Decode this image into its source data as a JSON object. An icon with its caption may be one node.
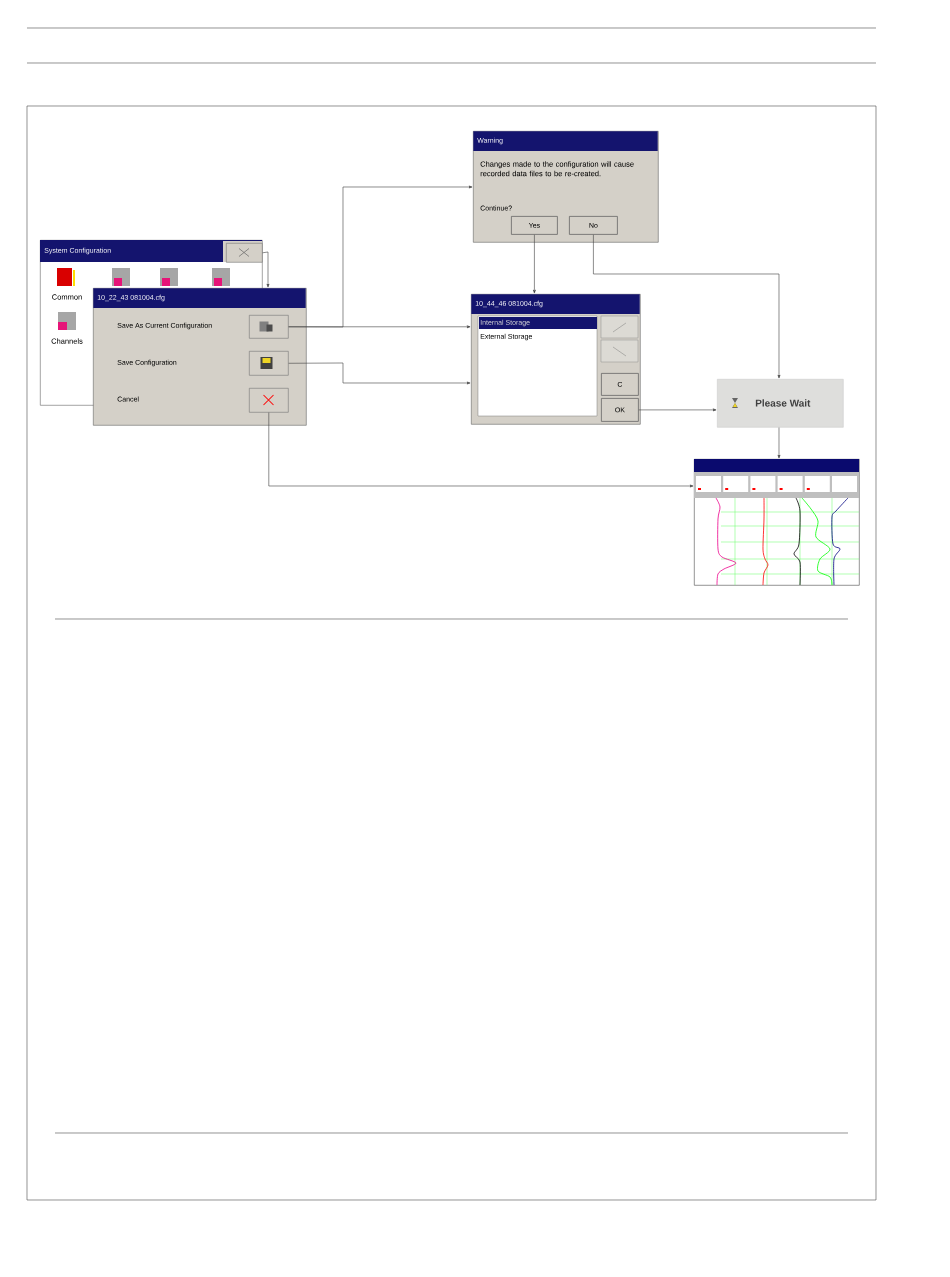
{
  "diagram": {
    "nodes": [
      {
        "text": [
          "System Configuration",
          "Common",
          "Channels"
        ]
      },
      {
        "text": [],
        "shape": "box",
        "in": 0
      },
      {
        "text": [
          "10_22_43 081004.cfg",
          "Save As Current Configuration",
          "Save Configuration",
          "Cancel"
        ]
      },
      {
        "text": [],
        "shape": "box",
        "in": 2
      },
      {
        "text": [],
        "shape": "box",
        "in": 2
      },
      {
        "text": [],
        "shape": "box",
        "in": 2
      },
      {
        "text": [
          "Warning",
          "Changes made to the configuration will cause recorded data files to be re-created.",
          "Continue?"
        ]
      },
      {
        "text": [
          "Yes"
        ],
        "in": 6
      },
      {
        "text": [
          "No"
        ],
        "in": 6
      },
      {
        "text": [
          "10_44_46 081004.cfg",
          "Internal Storage",
          "External Storage"
        ]
      },
      {
        "text": [
          "C"
        ],
        "in": 9
      },
      {
        "text": [
          "OK"
        ],
        "in": 9
      },
      {
        "text": [
          "Please Wait"
        ]
      },
      {
        "text": [],
        "shape": "picture"
      }
    ],
    "edges": [
      {
        "from": 1,
        "to": 2,
        "arrow": "to"
      },
      {
        "from": 3,
        "to": 6,
        "arrow": "to"
      },
      {
        "from": 3,
        "to": 9,
        "arrow": "to"
      },
      {
        "from": 4,
        "to": 9,
        "arrow": "to"
      },
      {
        "from": 5,
        "to": 13,
        "arrow": "to"
      },
      {
        "from": 7,
        "to": 9,
        "arrow": "to"
      },
      {
        "from": 8,
        "to": 12,
        "arrow": "to"
      },
      {
        "from": 11,
        "to": 12,
        "arrow": "to"
      },
      {
        "from": 12,
        "to": 13,
        "arrow": "to"
      }
    ]
  }
}
